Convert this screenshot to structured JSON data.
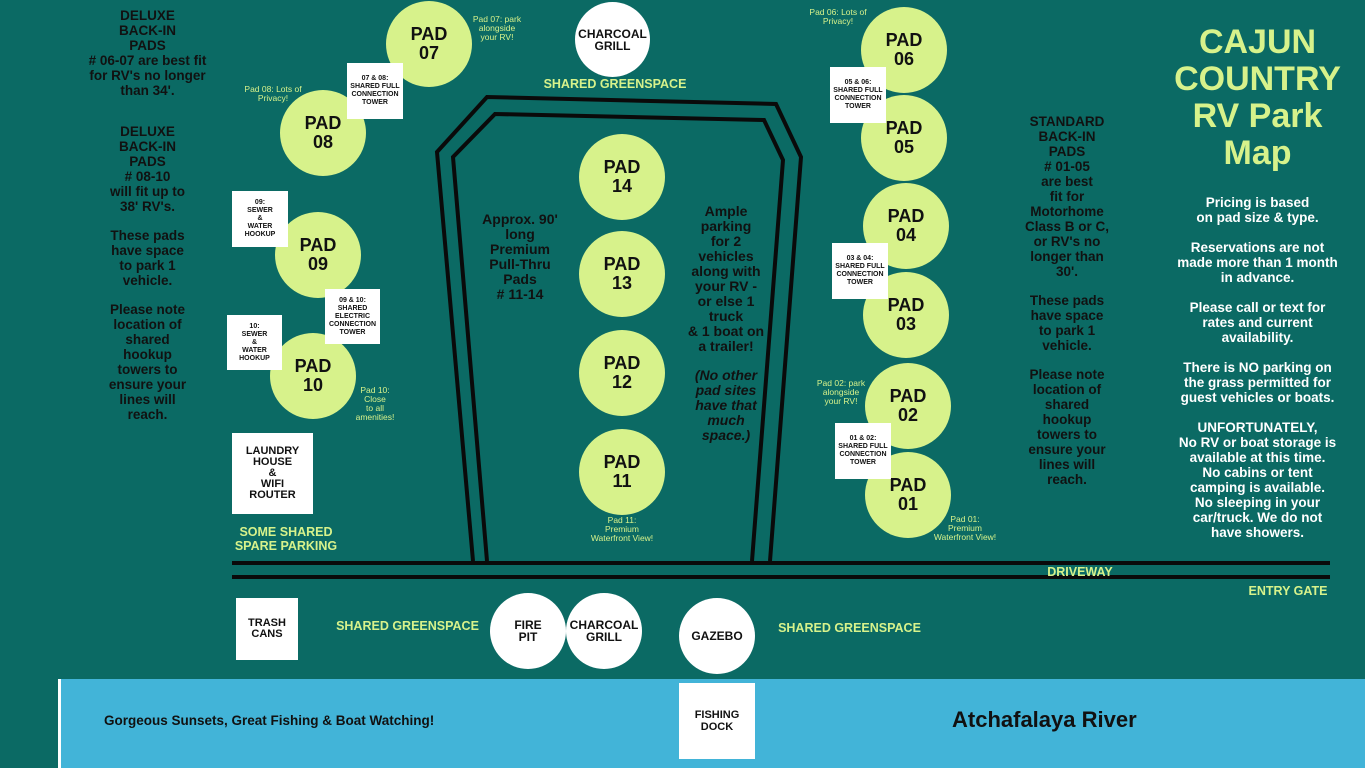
{
  "title": "CAJUN\nCOUNTRY\nRV Park\nMap",
  "info_right": "Pricing is based\non pad size & type.\n\nReservations are not\nmade more than 1 month\nin advance.\n\nPlease call or text for\nrates and current\navailability.\n\nThere is NO parking on\nthe grass permitted for\nguest vehicles or boats.\n\nUNFORTUNATELY,\nNo RV or boat storage is\navailable at this time.\nNo cabins or tent\ncamping is available.\nNo sleeping in your\ncar/truck.  We do not\nhave showers.",
  "left_notes": {
    "deluxe_0607": "DELUXE\nBACK-IN\nPADS\n# 06-07 are best fit\nfor RV's no longer\nthan 34'.",
    "deluxe_0810": "DELUXE\nBACK-IN\nPADS\n# 08-10\nwill fit up to\n38' RV's.",
    "space": "These pads\nhave space\nto park 1\nvehicle.",
    "hookup": "Please note\nlocation of\nshared\nhookup\ntowers to\nensure your\nlines will\nreach."
  },
  "standard_notes": {
    "standard": "STANDARD\nBACK-IN\nPADS\n# 01-05\nare best\nfit for\nMotorhome\nClass B or C,\nor RV's no\nlonger than\n30'.",
    "space": "These pads\nhave space\nto park 1\nvehicle.",
    "hookup": "Please note\nlocation of\nshared\nhookup\ntowers to\nensure your\nlines will\nreach."
  },
  "center": {
    "premium": "Approx. 90'\nlong\nPremium\nPull-Thru\nPads\n# 11-14",
    "parking": "Ample\nparking\nfor 2\nvehicles\nalong with\nyour RV -\nor else 1\ntruck\n& 1 boat on\na trailer!",
    "other": "(No other\npad sites\nhave that\nmuch\nspace.)"
  },
  "pads": {
    "p01": "PAD\n01",
    "p02": "PAD\n02",
    "p03": "PAD\n03",
    "p04": "PAD\n04",
    "p05": "PAD\n05",
    "p06": "PAD\n06",
    "p07": "PAD\n07",
    "p08": "PAD\n08",
    "p09": "PAD\n09",
    "p10": "PAD\n10",
    "p11": "PAD\n11",
    "p12": "PAD\n12",
    "p13": "PAD\n13",
    "p14": "PAD\n14"
  },
  "pad_notes": {
    "n01": "Pad 01:\nPremium\nWaterfront View!",
    "n02": "Pad 02: park\nalongside\nyour RV!",
    "n06": "Pad 06: Lots of\nPrivacy!",
    "n07": "Pad 07: park\nalongside\nyour RV!",
    "n08": "Pad 08: Lots of\nPrivacy!",
    "n10": "Pad 10:\nClose\nto all\namenities!",
    "n11": "Pad 11:\nPremium\nWaterfront View!"
  },
  "towers": {
    "t0708": "07 & 08:\nSHARED FULL\nCONNECTION\nTOWER",
    "t0506": "05 & 06:\nSHARED FULL\nCONNECTION\nTOWER",
    "t0304": "03 & 04:\nSHARED FULL\nCONNECTION\nTOWER",
    "t0102": "01 & 02:\nSHARED FULL\nCONNECTION\nTOWER",
    "t09": "09:\nSEWER\n&\nWATER\nHOOKUP",
    "t0910": "09 & 10:\nSHARED\nELECTRIC\nCONNECTION\nTOWER",
    "t10": "10:\nSEWER\n&\nWATER\nHOOKUP"
  },
  "amenities": {
    "charcoal_top": "CHARCOAL\nGRILL",
    "laundry": "LAUNDRY\nHOUSE\n&\nWIFI\nROUTER",
    "trash": "TRASH\nCANS",
    "fire_pit": "FIRE\nPIT",
    "charcoal_bottom": "CHARCOAL\nGRILL",
    "gazebo": "GAZEBO",
    "fishing_dock": "FISHING\nDOCK"
  },
  "labels": {
    "greenspace_top": "SHARED GREENSPACE",
    "spare_parking": "SOME SHARED\nSPARE PARKING",
    "driveway": "DRIVEWAY",
    "entry_gate": "ENTRY GATE",
    "greenspace_left": "SHARED GREENSPACE",
    "greenspace_right": "SHARED GREENSPACE"
  },
  "river": {
    "tagline": "Gorgeous Sunsets, Great Fishing & Boat Watching!",
    "name": "Atchafalaya River"
  },
  "colors": {
    "background": "#0b6a64",
    "pad": "#d7f28b",
    "river": "#42b4d8",
    "accent_text": "#d7f28b"
  }
}
